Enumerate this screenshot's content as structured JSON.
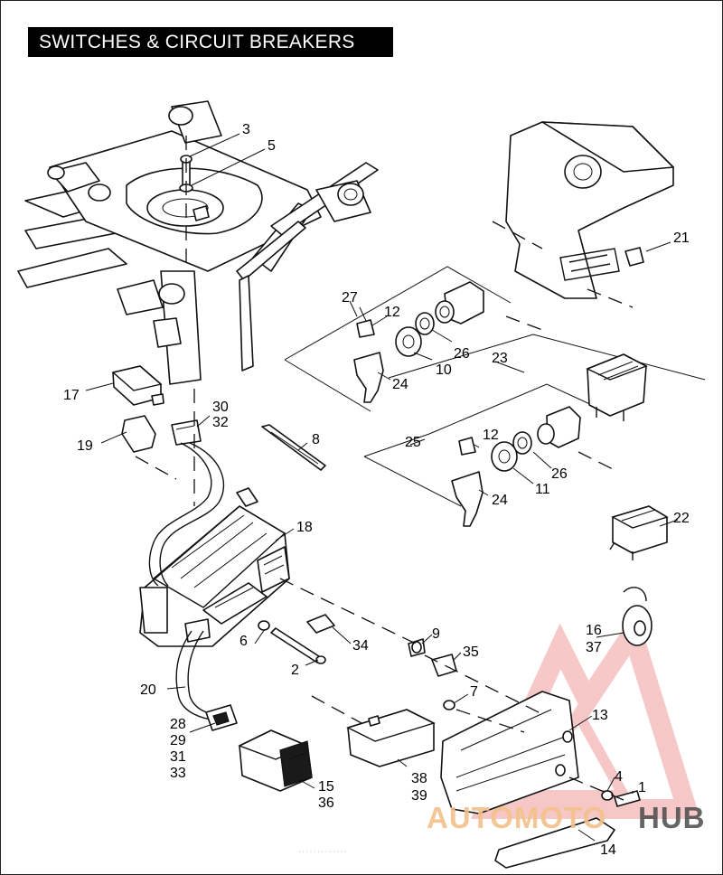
{
  "title": "SWITCHES & CIRCUIT BREAKERS",
  "watermark": {
    "left_text": "AUTOMOTO",
    "right_text": "HUB",
    "left_color": "#f4c089",
    "right_color": "#4a4a4a",
    "logo_color": "#f0a0a0"
  },
  "footer_note": "· · · · · · · · · · · · ·",
  "callouts": {
    "c1": "1",
    "c2": "2",
    "c3": "3",
    "c4": "4",
    "c5": "5",
    "c6": "6",
    "c7": "7",
    "c8": "8",
    "c9": "9",
    "c10": "10",
    "c11": "11",
    "c12a": "12",
    "c12b": "12",
    "c13": "13",
    "c14": "14",
    "c15": "15",
    "c36": "36",
    "c16": "16",
    "c37": "37",
    "c17": "17",
    "c18": "18",
    "c19": "19",
    "c20": "20",
    "c21": "21",
    "c22": "22",
    "c23": "23",
    "c24a": "24",
    "c24b": "24",
    "c25": "25",
    "c26a": "26",
    "c26b": "26",
    "c27": "27",
    "c28": "28",
    "c29": "29",
    "c31": "31",
    "c33": "33",
    "c30": "30",
    "c32": "32",
    "c34": "34",
    "c35": "35",
    "c38": "38",
    "c39": "39"
  }
}
